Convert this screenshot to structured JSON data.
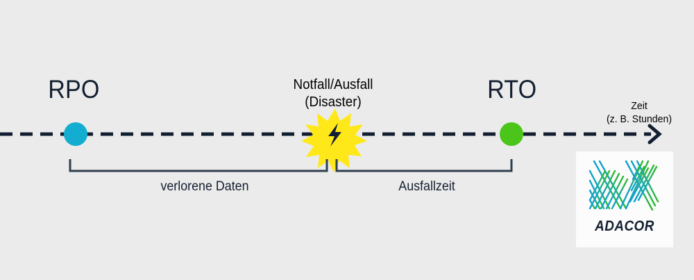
{
  "diagram": {
    "title_points": {
      "rpo": "RPO",
      "rto": "RTO",
      "disaster_line1": "Notfall/Ausfall",
      "disaster_line2": "(Disaster)"
    },
    "axis": {
      "name_line1": "Zeit",
      "name_line2": "(z. B. Stunden)",
      "arrow_icon": "arrow-right-icon",
      "line_style": "dashed"
    },
    "brackets": [
      {
        "label": "verlorene Daten",
        "from": "RPO",
        "to": "Disaster"
      },
      {
        "label": "Ausfallzeit",
        "from": "Disaster",
        "to": "RTO"
      }
    ],
    "markers": [
      {
        "name": "RPO",
        "icon": "circle-marker",
        "color": "#12ADD0"
      },
      {
        "name": "Disaster",
        "icon": "starburst-lightning-icon",
        "color": "#FFE81A"
      },
      {
        "name": "RTO",
        "icon": "circle-marker",
        "color": "#4BC51A"
      }
    ],
    "colors": {
      "background": "#ebebeb",
      "ink": "#131f30",
      "rpo_dot": "#12ADD0",
      "rto_dot": "#4BC51A",
      "burst": "#FFE81A",
      "logo_blue": "#0f9fd0",
      "logo_green": "#2fb830"
    }
  },
  "logo": {
    "wordmark": "ADACOR",
    "mark_icon": "adacor-woven-chevron-logo"
  }
}
